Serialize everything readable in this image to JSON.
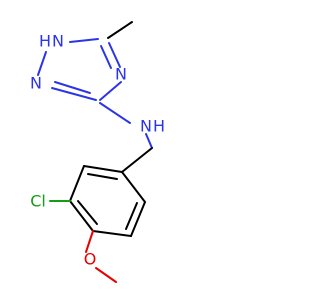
{
  "molecule": {
    "atom_labels": {
      "n1h": "H",
      "n1": "N",
      "n2": "N",
      "n4": "N",
      "nh_n": "N",
      "nh_h": "H",
      "cl": "Cl",
      "o": "O"
    },
    "colors": {
      "carbon_bond": "#000000",
      "nitrogen": "#2b35e6",
      "oxygen": "#e60000",
      "chlorine": "#12a012"
    }
  }
}
